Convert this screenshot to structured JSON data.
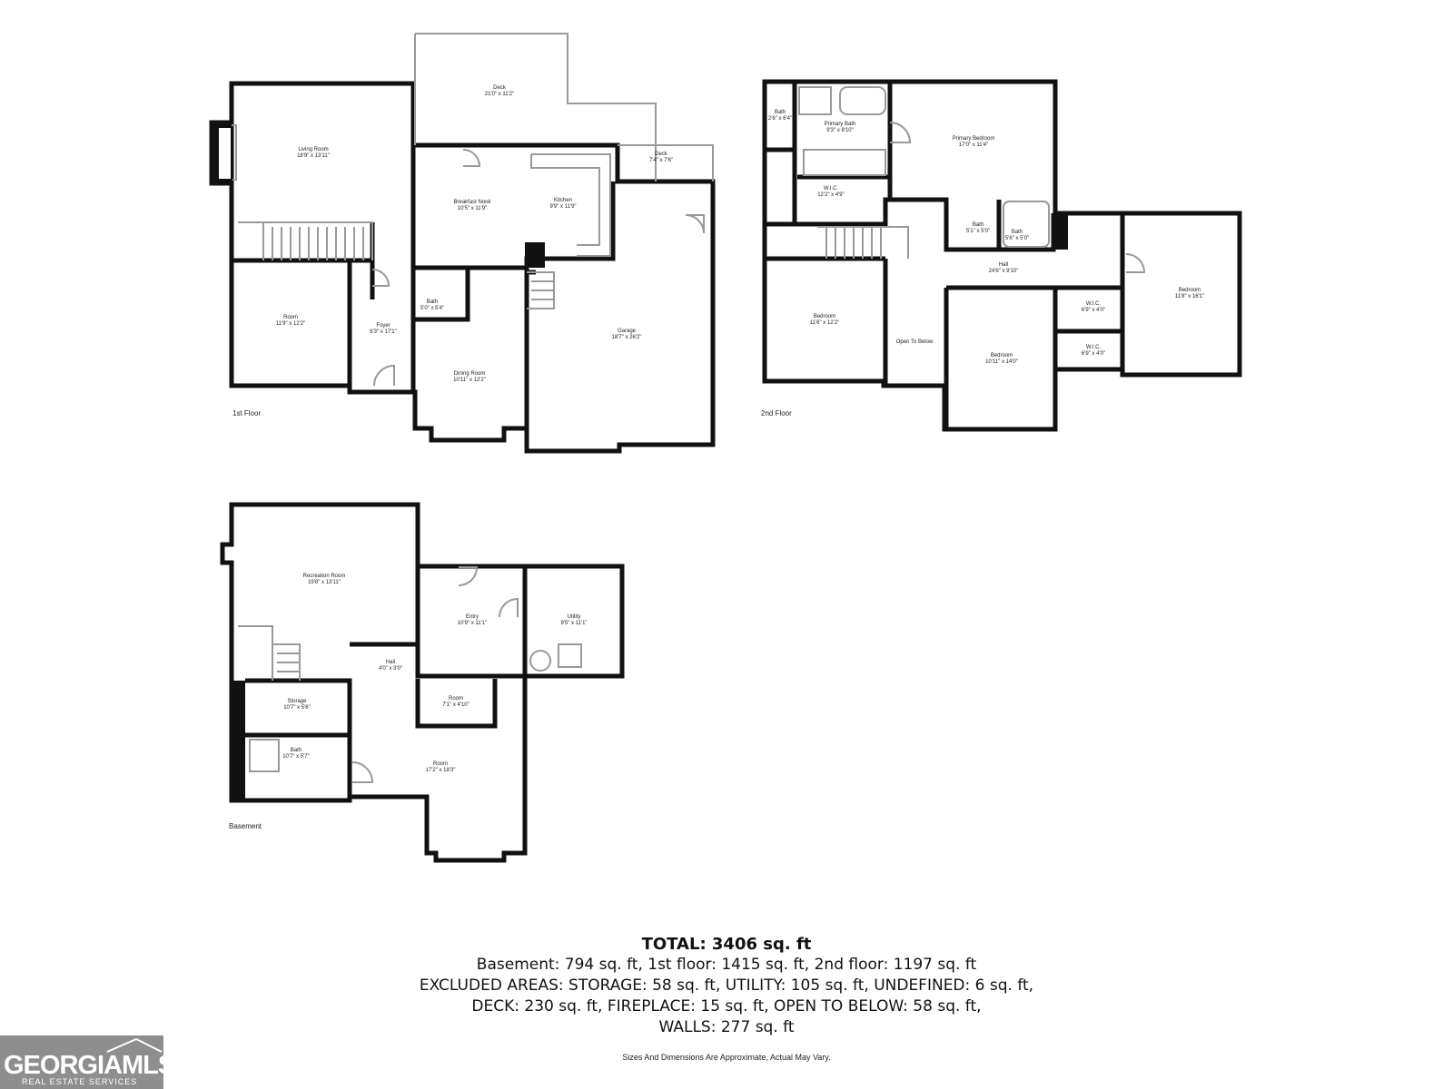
{
  "floors": {
    "first": "1st Floor",
    "second": "2nd Floor",
    "basement": "Basement"
  },
  "rooms": {
    "deck_main": {
      "name": "Deck",
      "dims": "21'0\" x 11'2\""
    },
    "deck_small": {
      "name": "Deck",
      "dims": "7'4\" x 7'6\""
    },
    "living_room": {
      "name": "Living Room",
      "dims": "18'9\" x 13'11\""
    },
    "breakfast_nook": {
      "name": "Breakfast Nook",
      "dims": "10'5\" x 11'9\""
    },
    "kitchen": {
      "name": "Kitchen",
      "dims": "9'9\" x 11'9\""
    },
    "room_1f": {
      "name": "Room",
      "dims": "11'9\" x 12'2\""
    },
    "foyer": {
      "name": "Foyer",
      "dims": "6'3\" x 17'1\""
    },
    "bath_1f": {
      "name": "Bath",
      "dims": "5'0\" x 5'4\""
    },
    "dining_room": {
      "name": "Dining Room",
      "dims": "10'11\" x 12'2\""
    },
    "garage": {
      "name": "Garage",
      "dims": "18'7\" x 26'2\""
    },
    "bath_2f_small": {
      "name": "Bath",
      "dims": "2'6\" x 6'4\""
    },
    "primary_bath": {
      "name": "Primary Bath",
      "dims": "9'3\" x 8'10\""
    },
    "primary_bedroom": {
      "name": "Primary Bedroom",
      "dims": "17'0\" x 11'4\""
    },
    "wic_primary": {
      "name": "W.I.C.",
      "dims": "12'2\" x 4'9\""
    },
    "bath_2f_a": {
      "name": "Bath",
      "dims": "5'1\" x 5'0\""
    },
    "bath_2f_b": {
      "name": "Bath",
      "dims": "5'6\" x 5'0\""
    },
    "hall_2f": {
      "name": "Hall",
      "dims": "24'6\" x 9'10\""
    },
    "bedroom_a": {
      "name": "Bedroom",
      "dims": "11'6\" x 12'2\""
    },
    "open_below": {
      "name": "Open To Below",
      "dims": ""
    },
    "bedroom_b": {
      "name": "Bedroom",
      "dims": "10'11\" x 14'0\""
    },
    "wic_a": {
      "name": "W.I.C.",
      "dims": "6'9\" x 4'0\""
    },
    "wic_b": {
      "name": "W.I.C.",
      "dims": "6'9\" x 4'0\""
    },
    "bedroom_c": {
      "name": "Bedroom",
      "dims": "11'8\" x 16'1\""
    },
    "recreation_room": {
      "name": "Recreation Room",
      "dims": "19'8\" x 13'11\""
    },
    "entry": {
      "name": "Entry",
      "dims": "10'9\" x 11'1\""
    },
    "utility": {
      "name": "Utility",
      "dims": "9'5\" x 11'1\""
    },
    "hall_b": {
      "name": "Hall",
      "dims": "4'0\" x 3'0\""
    },
    "storage": {
      "name": "Storage",
      "dims": "10'7\" x 5'6\""
    },
    "room_small_b": {
      "name": "Room",
      "dims": "7'1\" x 4'10\""
    },
    "bath_b": {
      "name": "Bath",
      "dims": "10'7\" x 5'7\""
    },
    "room_large_b": {
      "name": "Room",
      "dims": "17'2\" x 18'3\""
    }
  },
  "summary": {
    "total": "TOTAL: 3406 sq. ft",
    "line1": "Basement: 794 sq. ft, 1st floor: 1415 sq. ft, 2nd floor: 1197 sq. ft",
    "line2": "EXCLUDED AREAS: STORAGE: 58 sq. ft, UTILITY: 105 sq. ft, UNDEFINED: 6 sq. ft,",
    "line3": "DECK: 230 sq. ft, FIREPLACE: 15 sq. ft, OPEN TO BELOW: 58 sq. ft,",
    "line4": "WALLS: 277 sq. ft"
  },
  "disclaimer": "Sizes And Dimensions Are Approximate, Actual May Vary.",
  "logo": {
    "name": "GEORGIAMLS",
    "tagline": "REAL ESTATE SERVICES"
  },
  "colors": {
    "wall": "#111111",
    "thin_wall": "#999999",
    "logo_bg": "#8e8e8e"
  }
}
